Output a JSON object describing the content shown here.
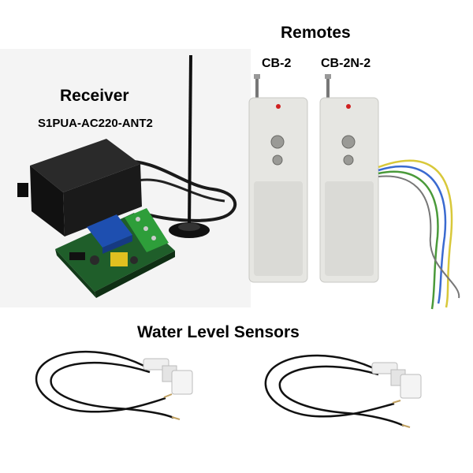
{
  "remotes": {
    "title": "Remotes",
    "items": [
      {
        "label": "CB-2"
      },
      {
        "label": "CB-2N-2"
      }
    ]
  },
  "receiver": {
    "title": "Receiver",
    "model": "S1PUA-AC220-ANT2"
  },
  "sensors": {
    "title": "Water Level Sensors"
  },
  "colors": {
    "remote_body": "#e6e6e2",
    "adapter": "#1a1a1a",
    "pcb": "#1f5e2a",
    "terminal": "#2e9e3a",
    "relay": "#1e4fb0",
    "sensor_float": "#efefef",
    "wire_yellow": "#d8c83a",
    "wire_blue": "#3a6ad0",
    "wire_green": "#4a9a3a"
  }
}
